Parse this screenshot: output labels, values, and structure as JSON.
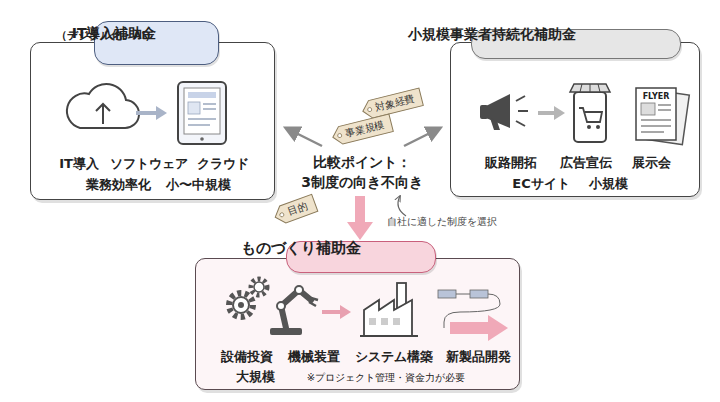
{
  "diagram": {
    "nodes": [
      {
        "text": [
          "IT導入",
          "ソフトウェア",
          "クラウド",
          "業務効率化",
          "小〜中規模"
        ]
      },
      {
        "text": [
          "IT導入補助金",
          "（デジタル化・AI）"
        ],
        "in": 0
      },
      {
        "text": [
          "販路開拓",
          "広告宣伝",
          "展示会",
          "ECサイト",
          "小規模"
        ]
      },
      {
        "text": [
          "小規模事業者持続化補助金"
        ],
        "in": 2
      },
      {
        "text": [
          "対象経費"
        ]
      },
      {
        "text": [
          "事業規模"
        ]
      },
      {
        "text": [
          "目的"
        ]
      },
      {
        "text": [
          "設備投資",
          "機械装置",
          "システム構築",
          "新製品開発",
          "大規模",
          "※プロジェクト管理・資金力が必要"
        ]
      },
      {
        "text": [
          "ものづくり補助金"
        ],
        "in": 7
      }
    ],
    "labels": [
      "比較ポイント：",
      "3制度の向き不向き",
      "自社に適した制度を選択",
      "FLYER"
    ]
  }
}
